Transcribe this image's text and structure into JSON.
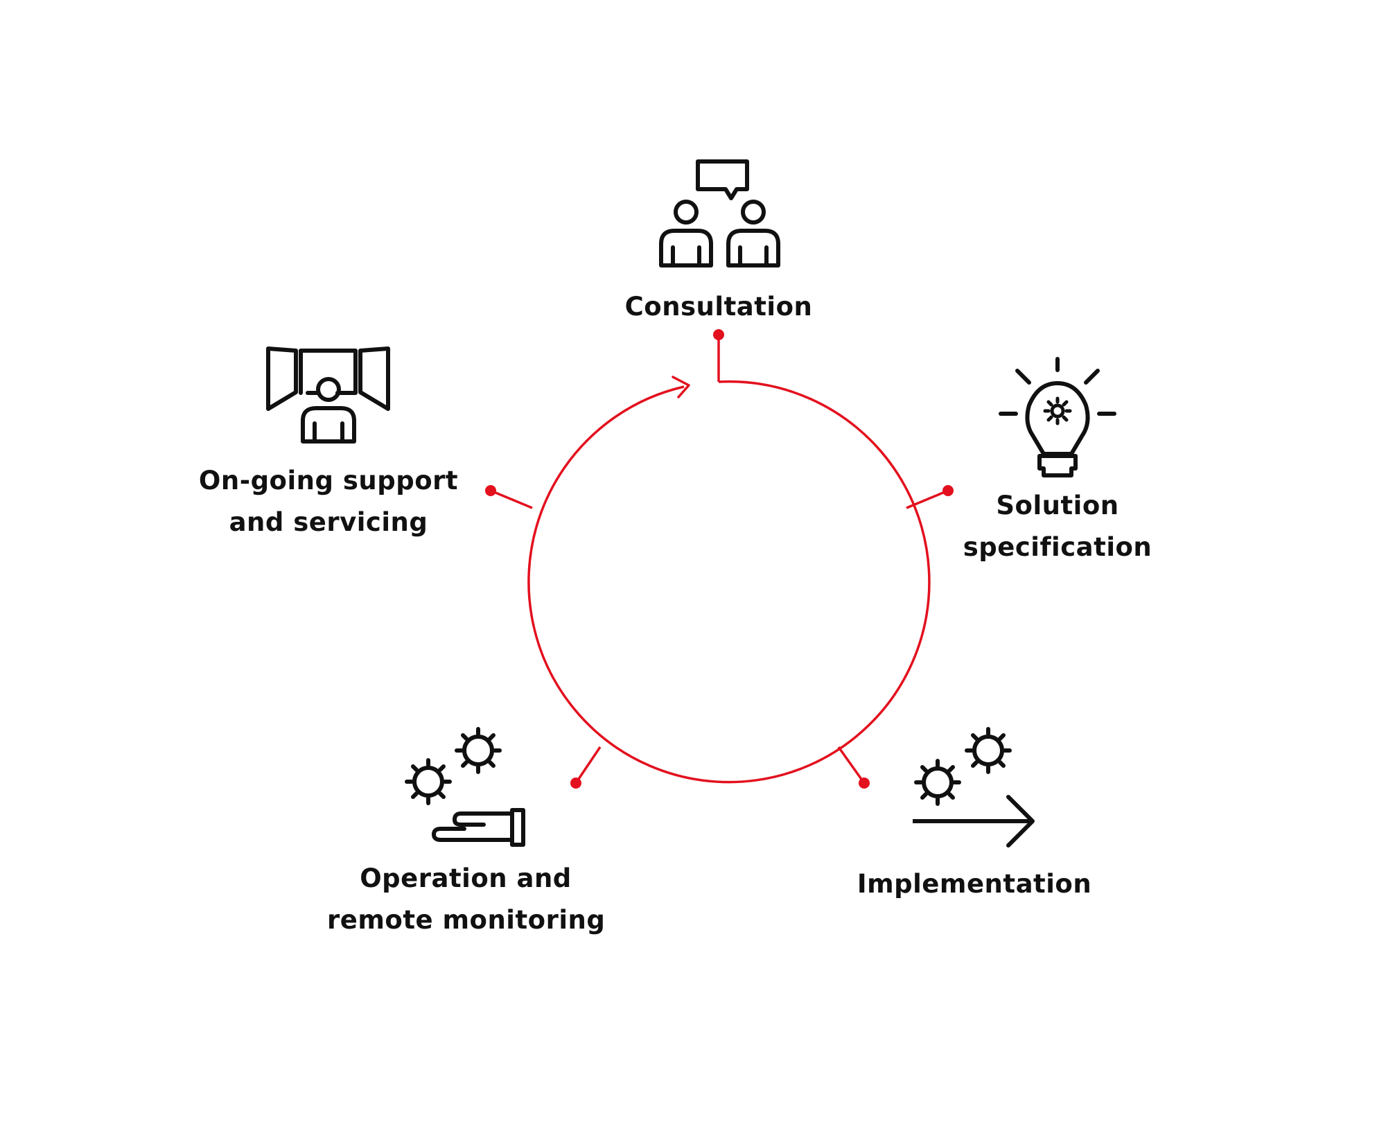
{
  "diagram": {
    "accent_color": "#e3101e",
    "icon_color": "#111111",
    "steps": [
      {
        "id": "consultation",
        "icon": "people-chat-icon",
        "lines": [
          "Consultation"
        ]
      },
      {
        "id": "solution-specification",
        "icon": "lightbulb-gear-icon",
        "lines": [
          "Solution",
          "specification"
        ]
      },
      {
        "id": "implementation",
        "icon": "gears-arrow-icon",
        "lines": [
          "Implementation"
        ]
      },
      {
        "id": "operation",
        "icon": "gears-hand-icon",
        "lines": [
          "Operation and",
          "remote monitoring"
        ]
      },
      {
        "id": "support",
        "icon": "person-screens-icon",
        "lines": [
          "On-going support",
          "and servicing"
        ]
      }
    ]
  }
}
